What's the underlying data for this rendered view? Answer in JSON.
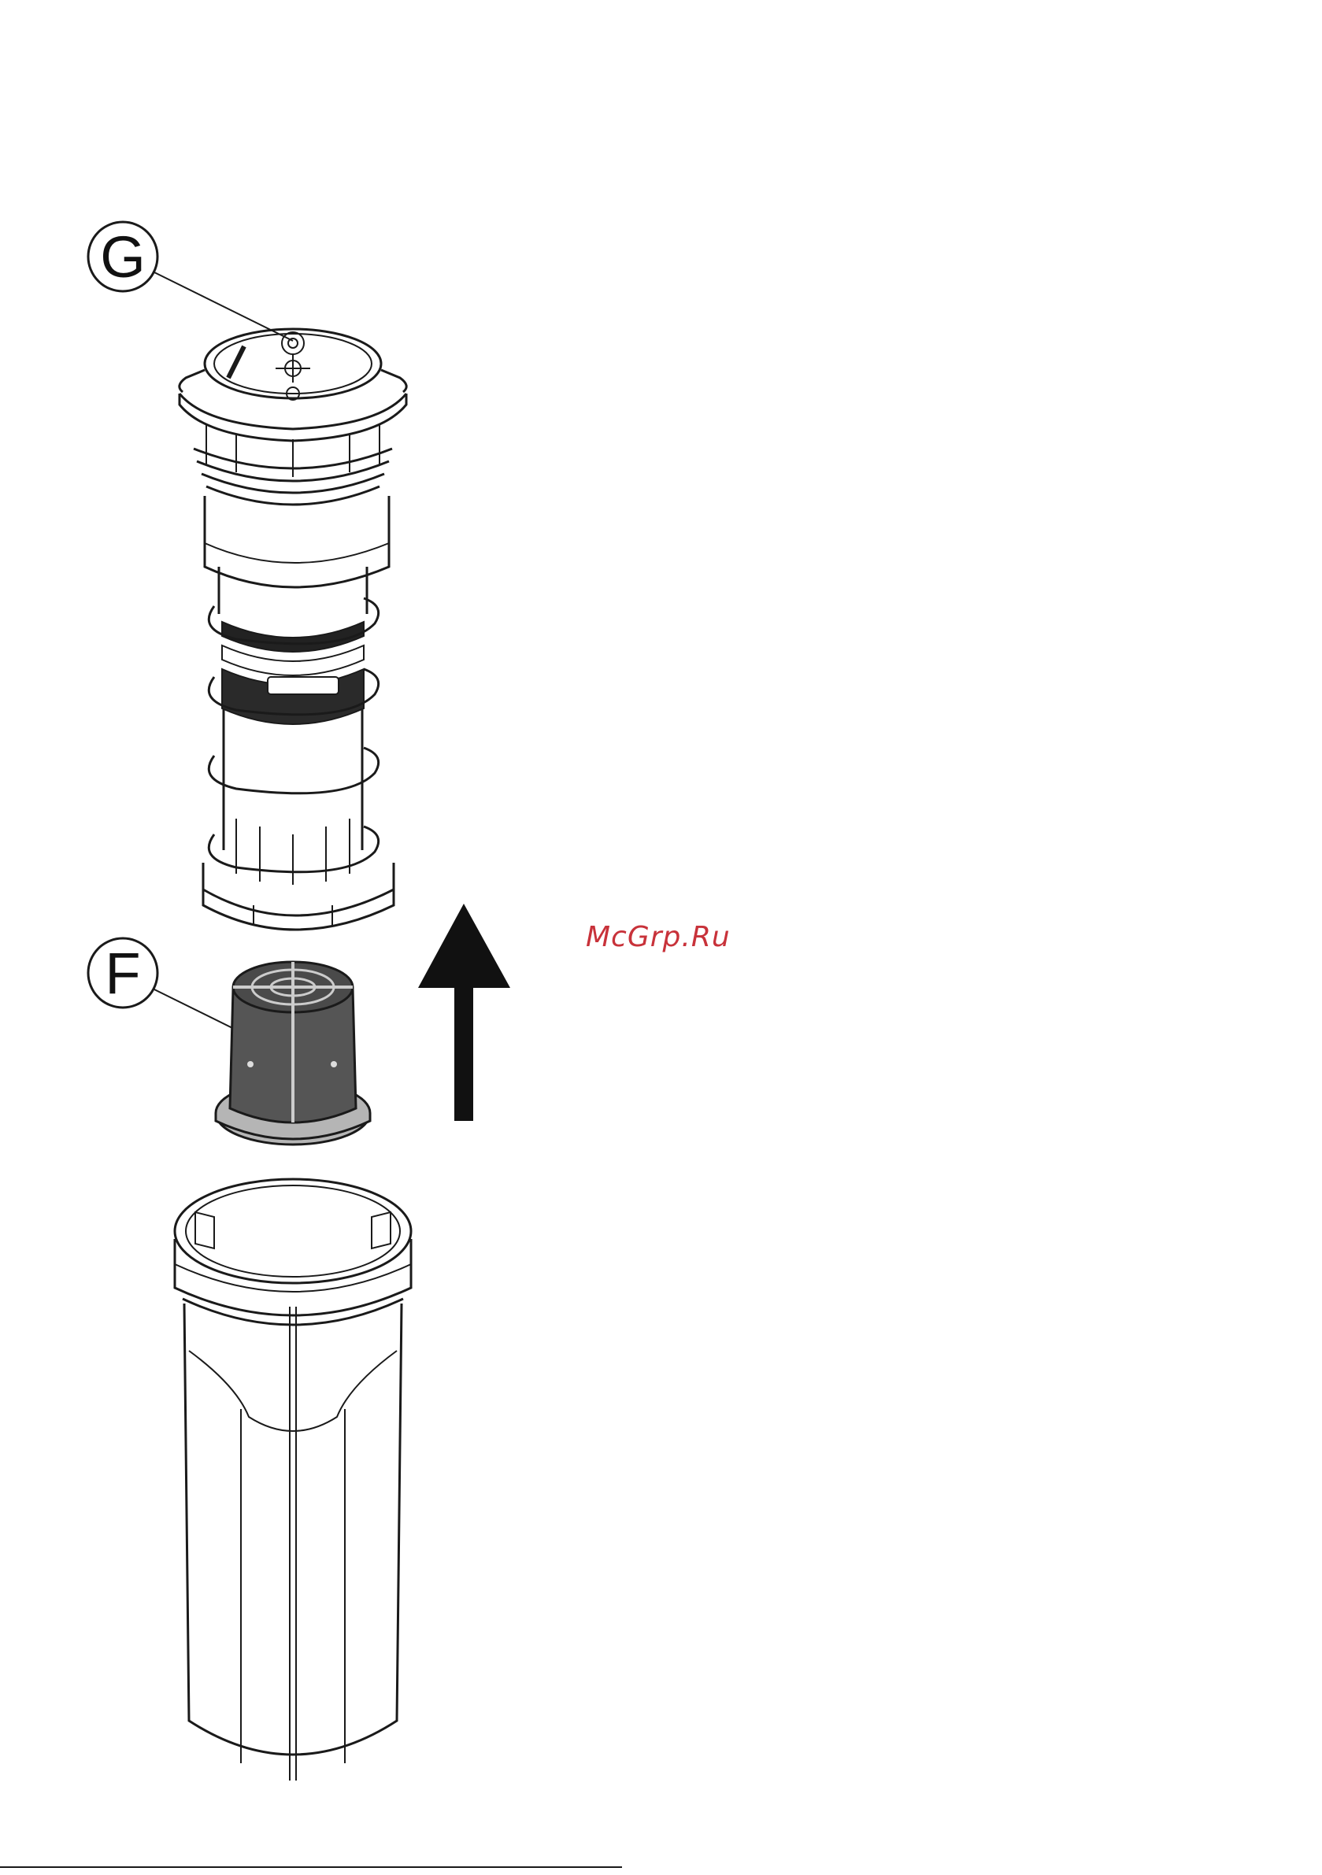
{
  "callouts": {
    "g_label": "G",
    "f_label": "F"
  },
  "watermark": {
    "text": "McGrp.Ru",
    "color": "#c8323a"
  },
  "colors": {
    "line": "#1a1a1a",
    "arrow": "#111111",
    "filter_mesh": "#555555",
    "filter_base": "#b5b5b5"
  }
}
